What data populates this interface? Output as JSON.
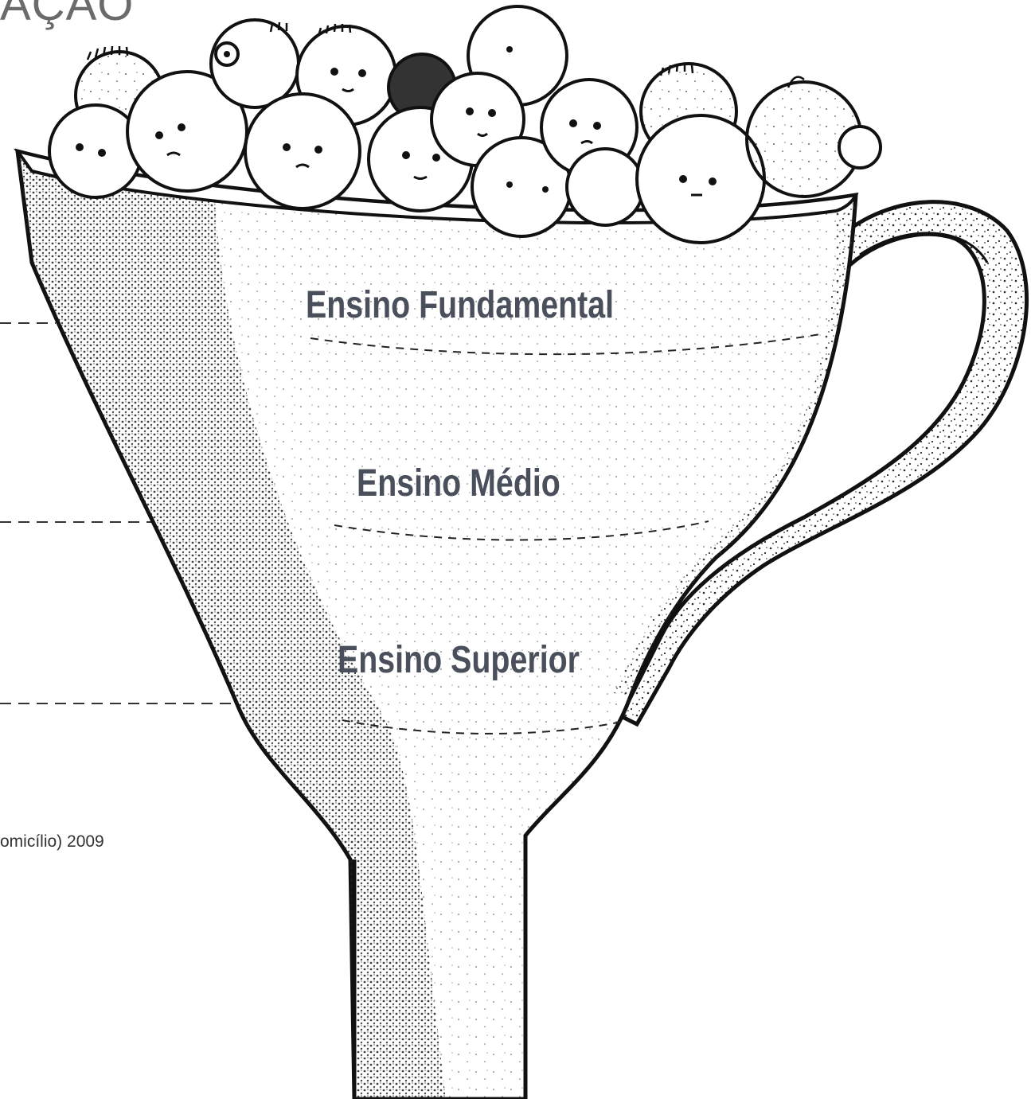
{
  "header": {
    "title_fragment": "AÇÃO"
  },
  "funnel": {
    "levels": [
      {
        "label": "Ensino Fundamental"
      },
      {
        "label": "Ensino Médio"
      },
      {
        "label": "Ensino Superior"
      }
    ]
  },
  "source": {
    "text_fragment": "omicílio) 2009"
  },
  "colors": {
    "ink": "#111111",
    "label": "#4a4f5c",
    "title": "#6b6b6b",
    "stipple": "#2a2a2a"
  },
  "icons": [
    "funnel-illustration",
    "student-head-icon"
  ]
}
